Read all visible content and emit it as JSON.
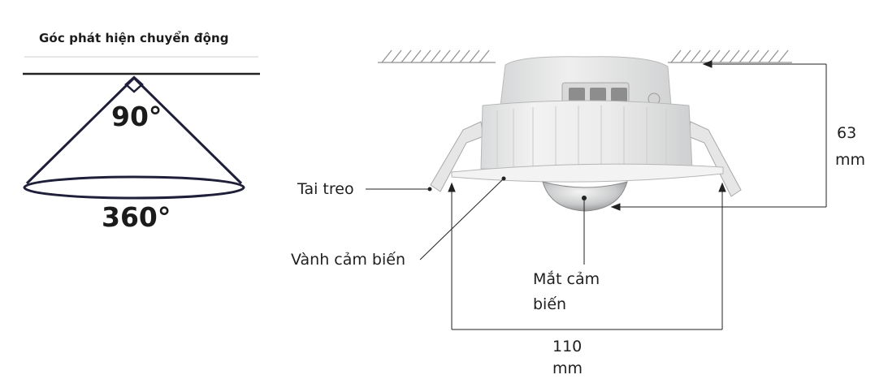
{
  "left_panel": {
    "title": "Góc phát hiện chuyển động",
    "angle_vertical": "90°",
    "angle_horizontal": "360°"
  },
  "callouts": {
    "mounting_ear": "Tai treo",
    "sensor_rim": "Vành cảm biến",
    "sensor_eye_line1": "Mắt cảm",
    "sensor_eye_line2": "biến"
  },
  "dimensions": {
    "height_value": "63",
    "height_unit": "mm",
    "width_value": "110",
    "width_unit": "mm"
  }
}
